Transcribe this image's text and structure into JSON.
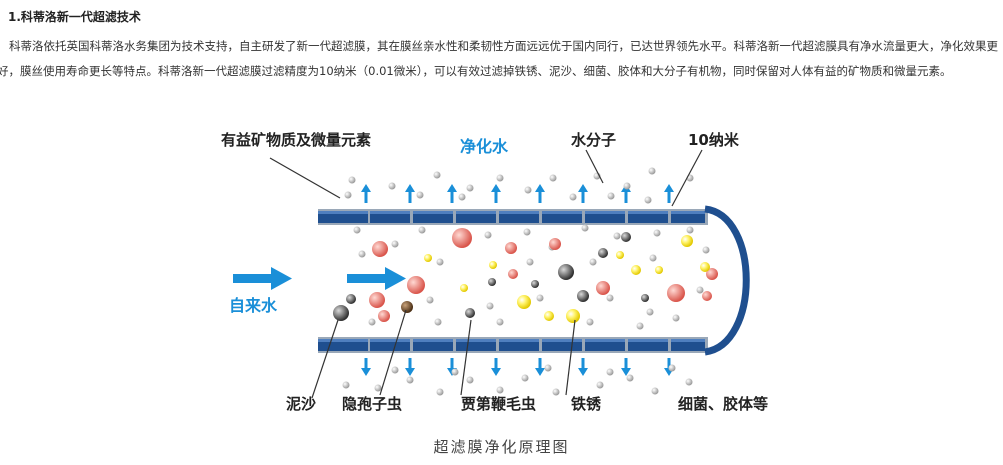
{
  "heading": "1.科蒂洛新一代超滤技术",
  "paragraph": "科蒂洛依托英国科蒂洛水务集团为技术支持，自主研发了新一代超滤膜，其在膜丝亲水性和柔韧性方面远远优于国内同行，已达世界领先水平。科蒂洛新一代超滤膜具有净水流量更大，净化效果更好，膜丝使用寿命更长等特点。科蒂洛新一代超滤膜过滤精度为10纳米（0.01微米），可以有效过滤掉铁锈、泥沙、细菌、胶体和大分子有机物，同时保留对人体有益的矿物质和微量元素。",
  "diagram": {
    "labels": {
      "minerals": "有益矿物质及微量元素",
      "purified": "净化水",
      "water_molecule": "水分子",
      "nano": "10纳米",
      "tap_water": "自来水",
      "sand": "泥沙",
      "cryptosporidium": "隐孢子虫",
      "giardia": "贾第鞭毛虫",
      "rust": "铁锈",
      "bacteria": "细菌、胶体等"
    },
    "colors": {
      "membrane": "#1f4f8f",
      "accent": "#1a8fd8",
      "rust_particle": "#e8e04a",
      "bacteria_particle": "#e56b5e",
      "sand_particle": "#555555",
      "cryptosporidium_particle": "#6b4a2a",
      "water_particle": "#c8c8c8"
    }
  },
  "caption": "超滤膜净化原理图"
}
